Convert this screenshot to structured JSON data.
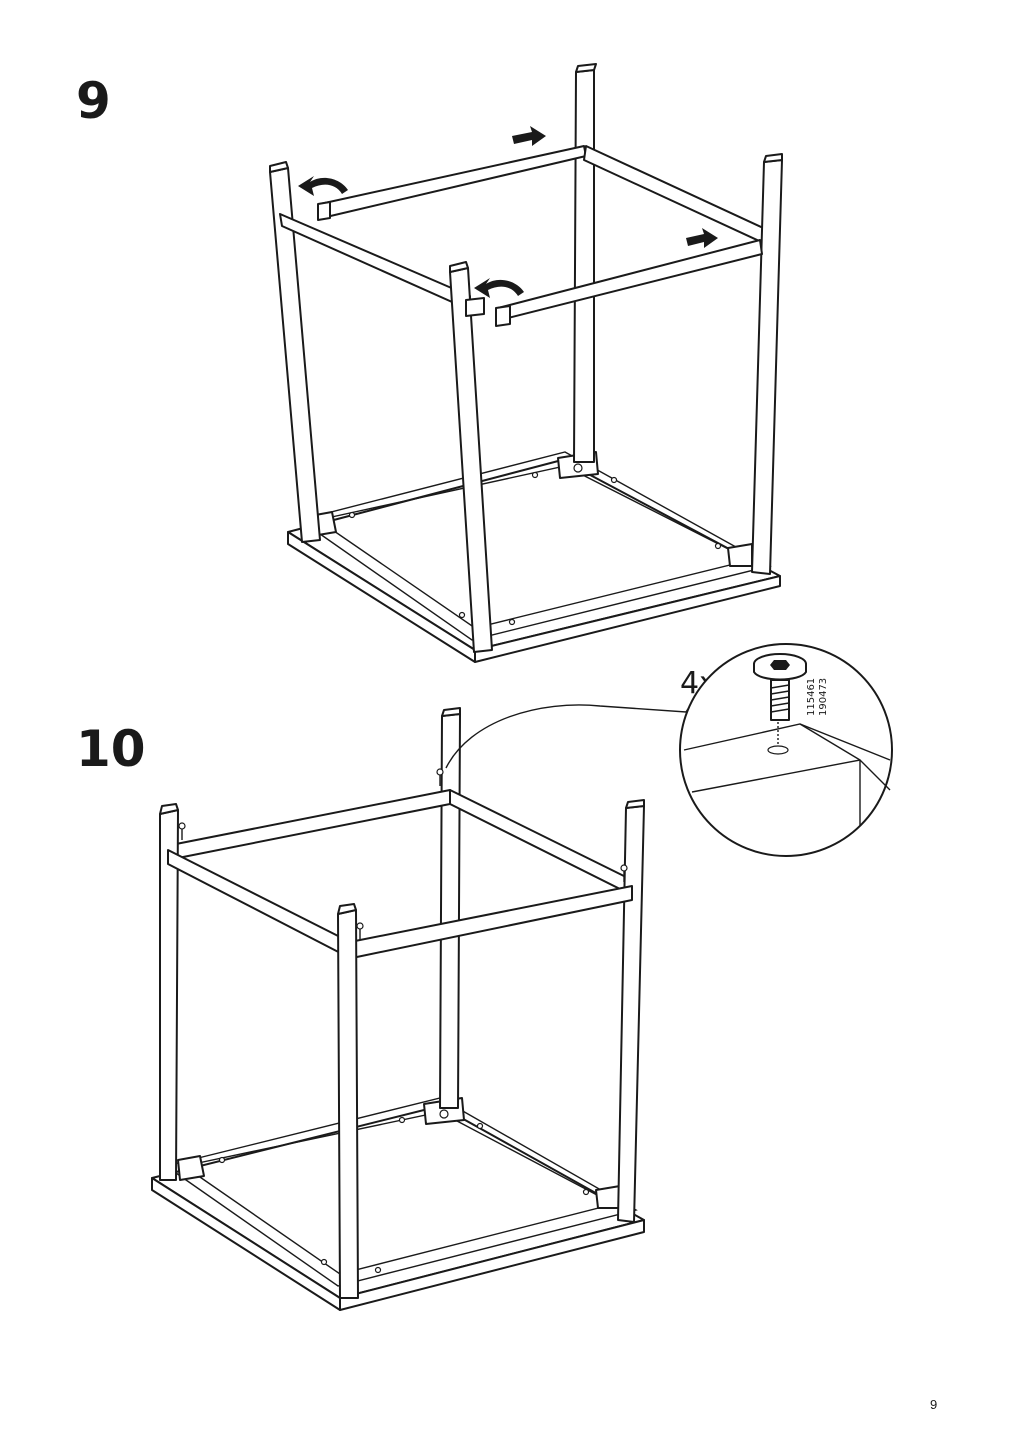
{
  "steps": [
    {
      "number": "9"
    },
    {
      "number": "10",
      "quantity": "4x",
      "part_numbers": [
        "115461",
        "190473"
      ]
    }
  ],
  "page_number": "9"
}
